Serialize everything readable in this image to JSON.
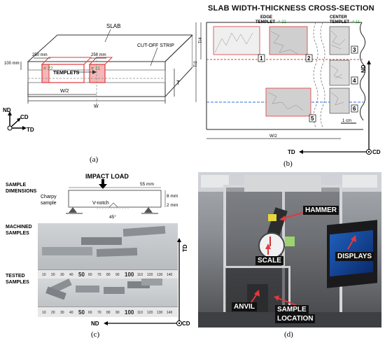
{
  "panel_a": {
    "slab": "SLAB",
    "cutoff": "CUT-OFF STRIP",
    "dim_100": "100 mm",
    "dim_250a": "250 mm",
    "dim_250b": "250 mm",
    "t22": "# 22",
    "t11": "# 11",
    "templets": "TEMPLETS",
    "t": "T",
    "w2": "W/2",
    "w": "W",
    "axes": {
      "nd": "ND",
      "cd": "CD",
      "td": "TD"
    },
    "caption": "(a)"
  },
  "panel_b": {
    "title": "SLAB WIDTH-THICKNESS CROSS-SECTION",
    "edge_label": "EDGE",
    "edge_templet": "TEMPLET",
    "edge_num": "# 22",
    "center_label": "CENTER",
    "center_templet": "TEMPLET",
    "center_num": "# 11",
    "t4": "T/4",
    "t2": "T/2",
    "w2": "W/2",
    "scale": "1 cm",
    "nums": [
      "1",
      "2",
      "3",
      "4",
      "5",
      "6"
    ],
    "axes": {
      "nd": "ND",
      "td": "TD",
      "cd": "CD"
    },
    "caption": "(b)"
  },
  "panel_c": {
    "sample_dims": [
      "SAMPLE",
      "DIMENSIONS"
    ],
    "impact": "IMPACT LOAD",
    "len": "55 mm",
    "h8": "8 mm",
    "h2": "2 mm",
    "charpy": [
      "Charpy",
      "sample"
    ],
    "vnotch": "V-notch",
    "angle": "45°",
    "machined": [
      "MACHINED",
      "SAMPLES"
    ],
    "tested": [
      "TESTED",
      "SAMPLES"
    ],
    "ruler_ticks": [
      "10",
      "20",
      "30",
      "40",
      "50",
      "60",
      "70",
      "80",
      "90",
      "100",
      "110",
      "120",
      "130",
      "140"
    ],
    "axes": {
      "td": "TD",
      "nd": "ND",
      "cd": "CD"
    },
    "caption": "(c)"
  },
  "panel_d": {
    "hammer": "HAMMER",
    "scale": "SCALE",
    "displays": "DISPLAYS",
    "anvil": "ANVIL",
    "sample": "SAMPLE",
    "location": "LOCATION",
    "caption": "(d)"
  },
  "colors": {
    "red": "#e0393e",
    "blue": "#2e6fd6",
    "green": "#2a9d3c"
  }
}
